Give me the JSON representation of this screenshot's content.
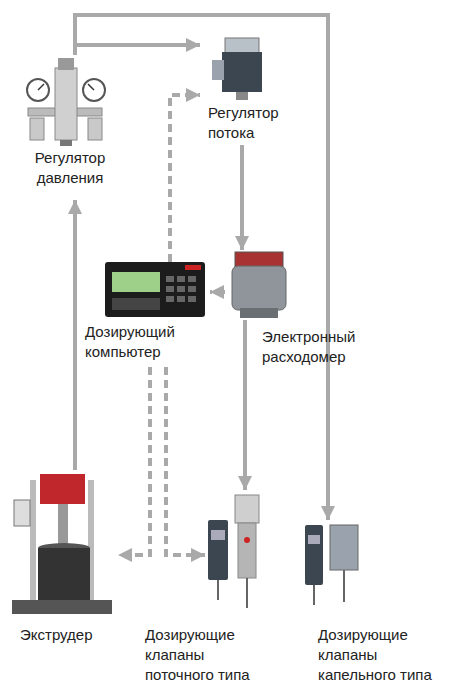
{
  "diagram": {
    "nodes": [
      {
        "text": [
          "Регулятор давления"
        ]
      },
      {
        "text": [
          "Регулятор потока"
        ]
      },
      {
        "text": [
          "Электронный расходомер"
        ]
      },
      {
        "text": [
          "Дозирующий компьютер"
        ]
      },
      {
        "text": [
          "Экструдер"
        ]
      },
      {
        "text": [
          "Дозирующие клапаны поточного типа"
        ]
      },
      {
        "text": [
          "Дозирующие клапаны капельного типа"
        ]
      }
    ],
    "edges": [
      {
        "from": 4,
        "to": 0,
        "arrow": "to"
      },
      {
        "from": 0,
        "to": 1,
        "arrow": "to"
      },
      {
        "from": 0,
        "to": 6,
        "arrow": "to"
      },
      {
        "from": 1,
        "to": 2,
        "arrow": "to"
      },
      {
        "from": 2,
        "to": 5,
        "arrow": "to"
      },
      {
        "from": 2,
        "to": 3,
        "arrow": "to"
      },
      {
        "from": 3,
        "to": 1,
        "arrow": "to"
      },
      {
        "from": 3,
        "to": 4,
        "arrow": "to"
      },
      {
        "from": 3,
        "to": 5,
        "arrow": "to"
      }
    ]
  }
}
